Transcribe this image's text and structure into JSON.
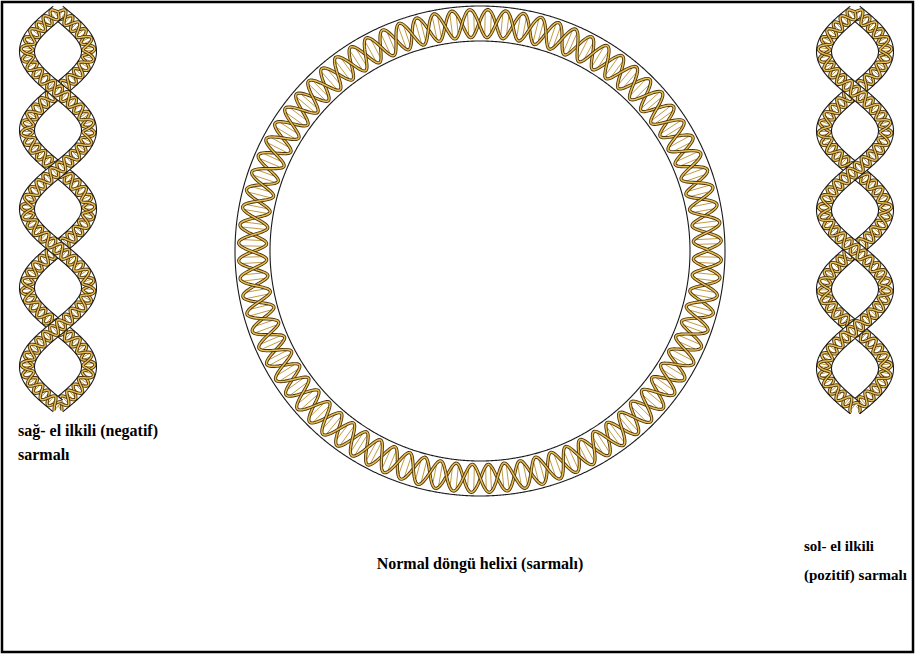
{
  "diagram": {
    "labels": [
      "sağ- el ilkili (negatif) sarmalı",
      "Normal döngü helixi (sarmalı)",
      "sol- el ilkili (pozitif) sarmalı"
    ]
  }
}
